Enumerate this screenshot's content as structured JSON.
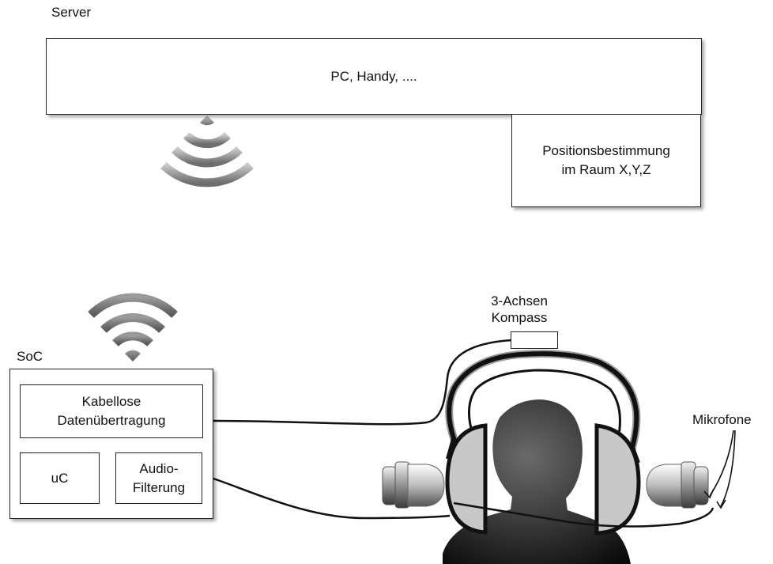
{
  "server": {
    "label": "Server",
    "main_box": "PC, Handy, ....",
    "position_box": "Positionsbestimmung\nim Raum X,Y,Z"
  },
  "soc": {
    "label": "SoC",
    "wireless_box": "Kabellose\nDatenübertragung",
    "uc_box": "uC",
    "audio_box": "Audio-\nFilterung"
  },
  "headset": {
    "compass_label": "3-Achsen\nKompass",
    "mic_label": "Mikrofone"
  },
  "icons": [
    "wifi-signal-icon",
    "wifi-signal-icon",
    "person-silhouette-icon",
    "headphones-icon",
    "microphone-icon",
    "compass-sensor-icon"
  ]
}
